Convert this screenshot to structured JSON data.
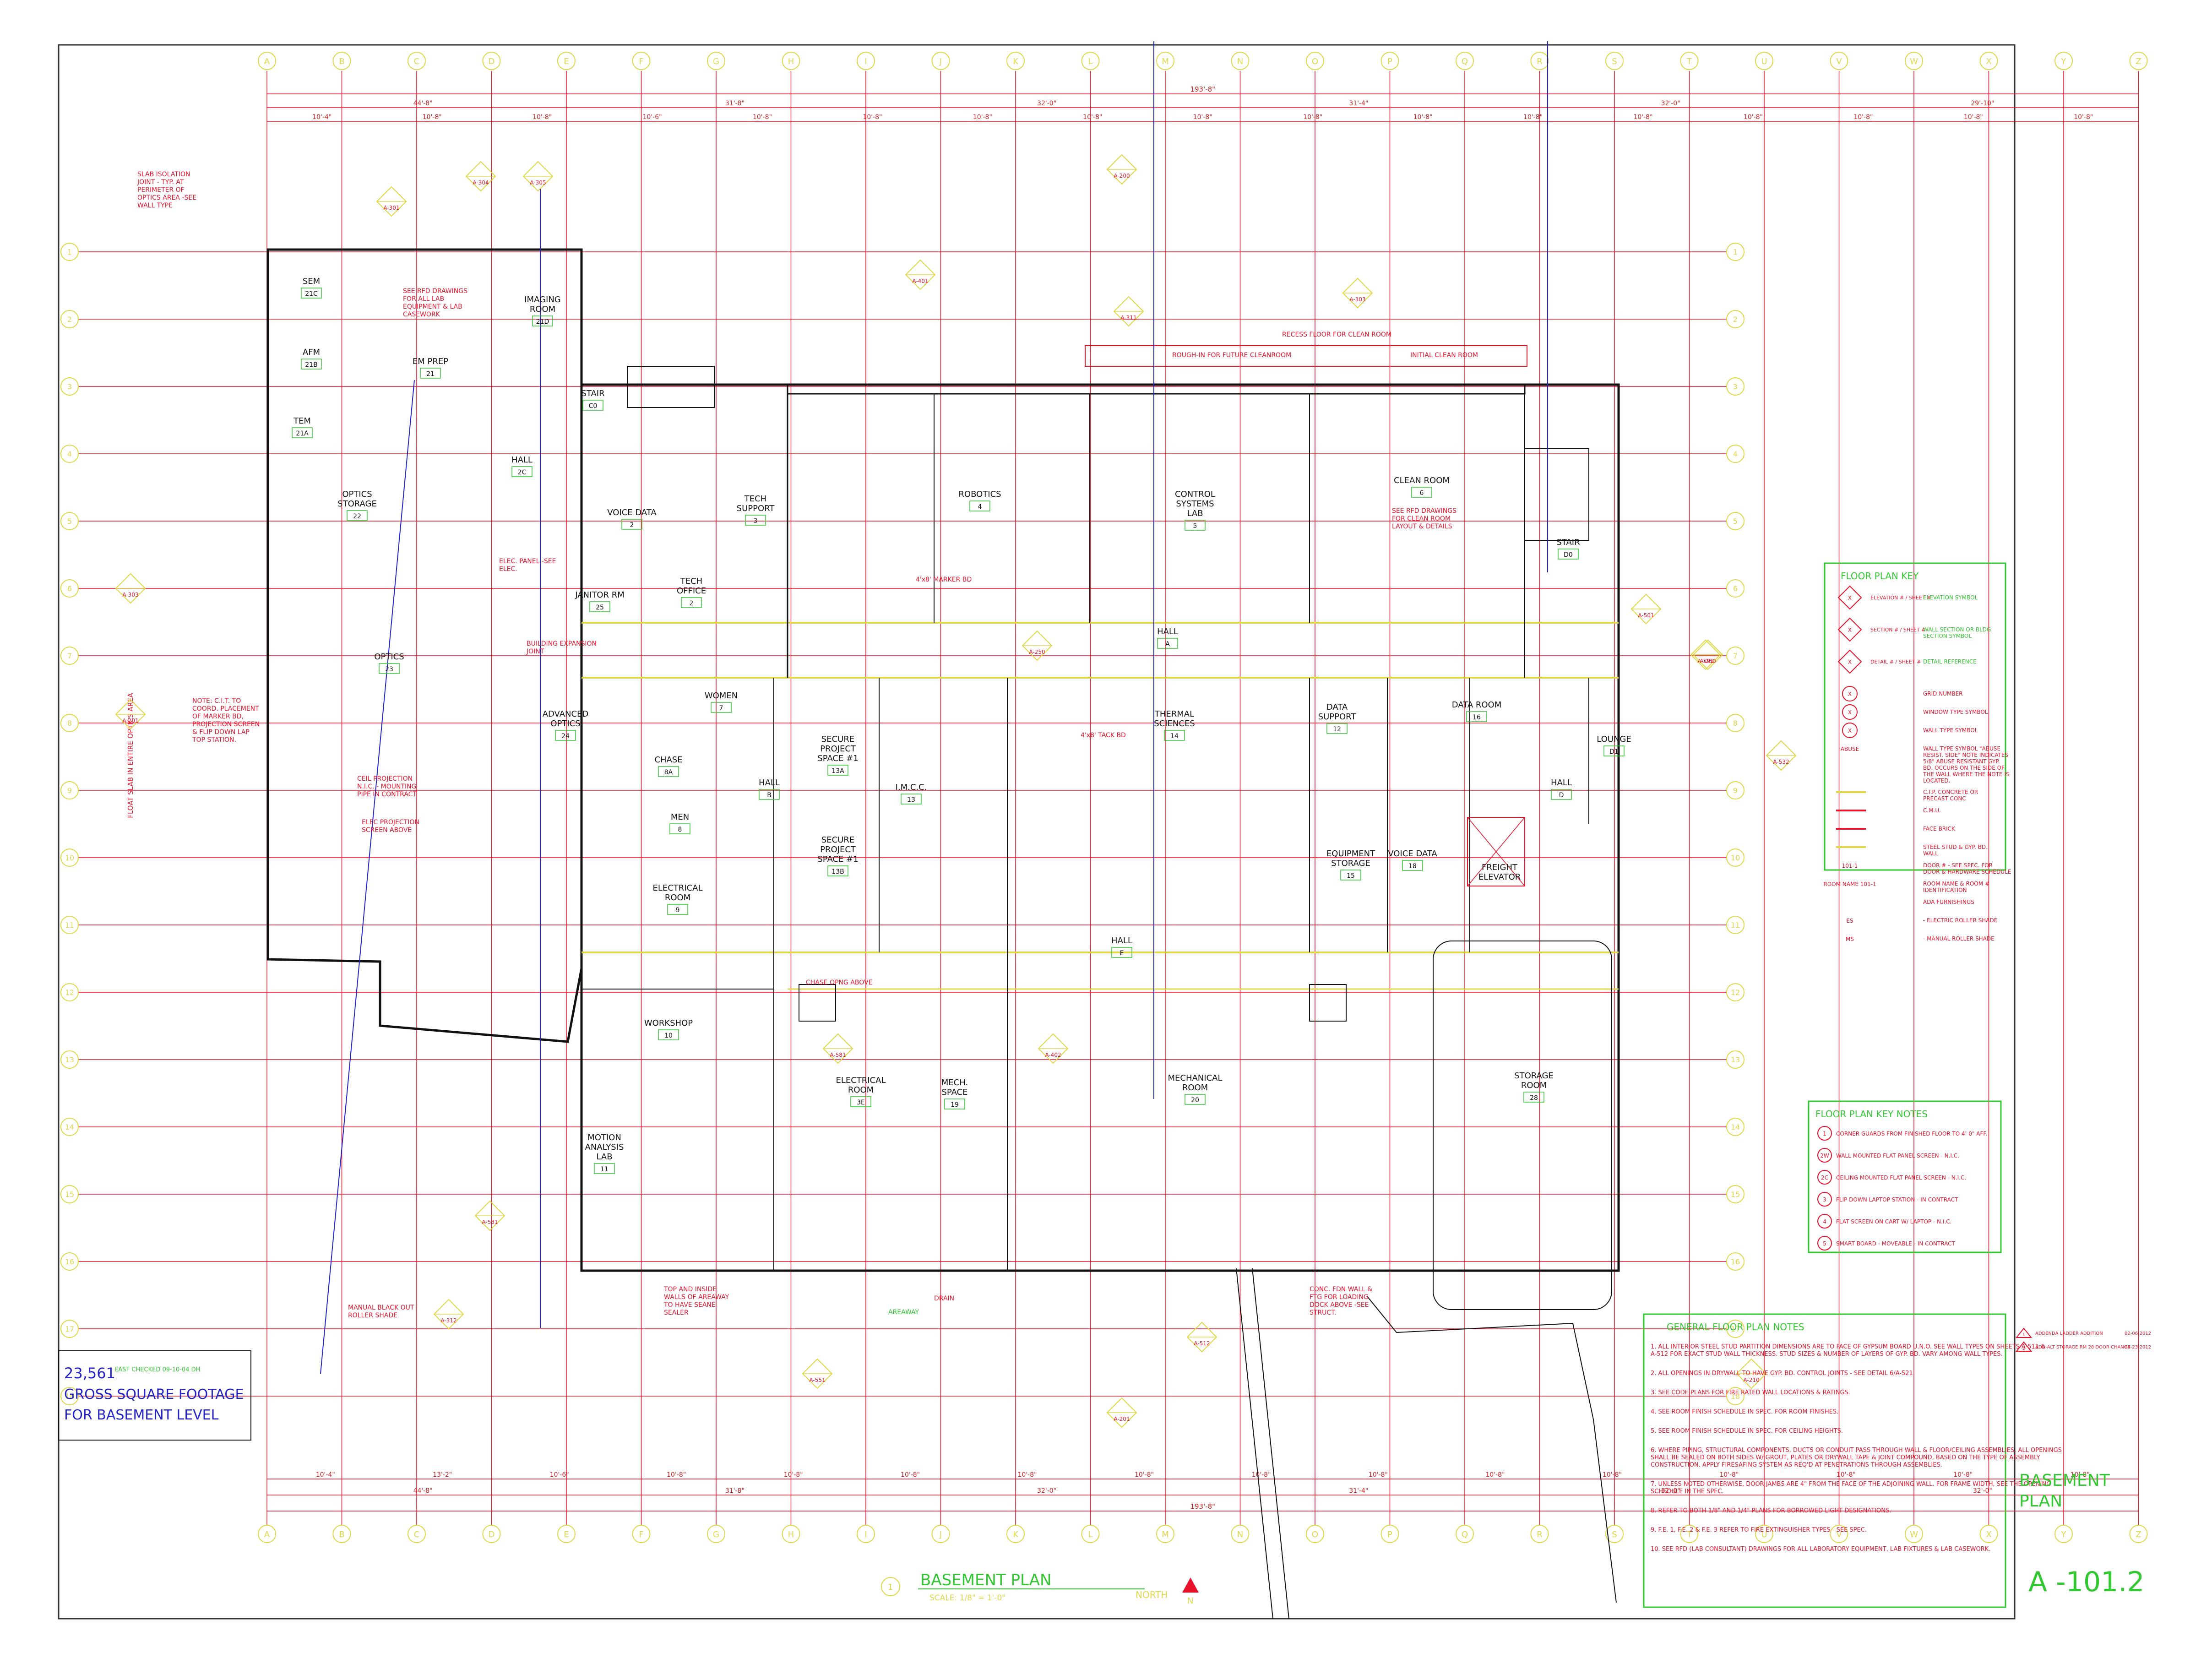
{
  "sheet": {
    "number": "A -101.2",
    "name_line1": "BASEMENT",
    "name_line2": "PLAN",
    "title": "BASEMENT PLAN",
    "scale": "SCALE: 1/8\" = 1'-0\"",
    "detail_num": "1",
    "north": "NORTH",
    "north_letter": "N"
  },
  "grid_top": [
    "A",
    "B",
    "C",
    "D",
    "E",
    "F",
    "G",
    "H",
    "I",
    "J",
    "K",
    "L",
    "M",
    "N",
    "O",
    "P",
    "Q",
    "R",
    "S",
    "T",
    "U",
    "V",
    "W",
    "X",
    "Y",
    "Z"
  ],
  "grid_left": [
    "1",
    "2",
    "3",
    "4",
    "5",
    "6",
    "7",
    "8",
    "9",
    "10",
    "11",
    "12",
    "13",
    "14",
    "15",
    "16",
    "17",
    "18"
  ],
  "grid_right": [
    "1",
    "2",
    "3",
    "4",
    "5",
    "6",
    "7",
    "8",
    "9",
    "10",
    "11",
    "12",
    "13",
    "14",
    "15",
    "16",
    "17",
    "18"
  ],
  "dims_top": {
    "overall": "193'-8\"",
    "row2": [
      "44'-8\"",
      "31'-8\"",
      "32'-0\"",
      "31'-4\"",
      "32'-0\"",
      "29'-10\""
    ],
    "row3": [
      "10'-4\"",
      "10'-8\"",
      "10'-8\"",
      "10'-6\"",
      "10'-8\"",
      "10'-8\"",
      "10'-8\"",
      "10'-8\"",
      "10'-8\"",
      "10'-8\"",
      "10'-8\"",
      "10'-8\"",
      "10'-8\"",
      "10'-8\"",
      "10'-8\"",
      "10'-8\"",
      "10'-8\""
    ]
  },
  "dims_bottom": {
    "overall": "193'-8\"",
    "row2": [
      "44'-8\"",
      "31'-8\"",
      "32'-0\"",
      "31'-4\"",
      "32'-0\"",
      "32'-0\""
    ],
    "row1": [
      "10'-4\"",
      "13'-2\"",
      "10'-6\"",
      "10'-8\"",
      "10'-8\"",
      "10'-8\"",
      "10'-8\"",
      "10'-8\"",
      "10'-8\"",
      "10'-8\"",
      "10'-8\"",
      "10'-8\"",
      "10'-8\"",
      "10'-8\"",
      "10'-8\"",
      "10'-8\""
    ]
  },
  "rooms": [
    {
      "name": "SEM",
      "num": "21C"
    },
    {
      "name": "IMAGING ROOM",
      "num": "21D"
    },
    {
      "name": "AFM",
      "num": "21B"
    },
    {
      "name": "EM PREP",
      "num": "21"
    },
    {
      "name": "TEM",
      "num": "21A"
    },
    {
      "name": "STAIR",
      "num": "C0"
    },
    {
      "name": "HALL",
      "num": "2C"
    },
    {
      "name": "OPTICS STORAGE",
      "num": "22"
    },
    {
      "name": "VOICE DATA",
      "num": "2"
    },
    {
      "name": "TECH SUPPORT",
      "num": "3"
    },
    {
      "name": "ROBOTICS",
      "num": "4"
    },
    {
      "name": "CONTROL SYSTEMS LAB",
      "num": "5"
    },
    {
      "name": "CLEAN ROOM",
      "num": "6"
    },
    {
      "name": "STAIR",
      "num": "D0"
    },
    {
      "name": "JANITOR RM",
      "num": "25"
    },
    {
      "name": "TECH OFFICE",
      "num": "2"
    },
    {
      "name": "HALL",
      "num": "A"
    },
    {
      "name": "OPTICS",
      "num": "23"
    },
    {
      "name": "ADVANCED OPTICS",
      "num": "24"
    },
    {
      "name": "WOMEN",
      "num": "7"
    },
    {
      "name": "CHASE",
      "num": "8A"
    },
    {
      "name": "SECURE PROJECT SPACE #1",
      "num": "13A"
    },
    {
      "name": "THERMAL SCIENCES",
      "num": "14"
    },
    {
      "name": "DATA SUPPORT",
      "num": "12"
    },
    {
      "name": "DATA ROOM",
      "num": "16"
    },
    {
      "name": "LOUNGE",
      "num": "D1"
    },
    {
      "name": "HALL",
      "num": "B"
    },
    {
      "name": "I.M.C.C.",
      "num": "13"
    },
    {
      "name": "HALL",
      "num": "D"
    },
    {
      "name": "MEN",
      "num": "8"
    },
    {
      "name": "SECURE PROJECT SPACE #1",
      "num": "13B"
    },
    {
      "name": "EQUIPMENT STORAGE",
      "num": "15"
    },
    {
      "name": "VOICE DATA",
      "num": "18"
    },
    {
      "name": "FREIGHT ELEVATOR",
      "num": ""
    },
    {
      "name": "ELECTRICAL ROOM",
      "num": "9"
    },
    {
      "name": "HALL",
      "num": "E"
    },
    {
      "name": "WORKSHOP",
      "num": "10"
    },
    {
      "name": "ELECTRICAL ROOM",
      "num": "3E"
    },
    {
      "name": "MECH. SPACE",
      "num": "19"
    },
    {
      "name": "MECHANICAL ROOM",
      "num": "20"
    },
    {
      "name": "STORAGE ROOM",
      "num": "28"
    },
    {
      "name": "MOTION ANALYSIS LAB",
      "num": "11"
    }
  ],
  "notes_red": [
    "SLAB ISOLATION JOINT - TYP. AT PERIMETER OF OPTICS AREA -SEE WALL TYPE",
    "SEE RFD DRAWINGS FOR ALL LAB EQUIPMENT & LAB CASEWORK",
    "RECESS FLOOR FOR CLEAN ROOM",
    "ROUGH-IN FOR FUTURE CLEANROOM",
    "INITIAL CLEAN ROOM",
    "SEE RFD DRAWINGS FOR CLEAN ROOM LAYOUT & DETAILS",
    "ELEC. PANEL -SEE ELEC.",
    "4'x8' MARKER BD",
    "4'x8' TACK BD",
    "CHASE OPNG ABOVE",
    "CONC. FDN WALL & FTG FOR LOADING DOCK ABOVE -SEE STRUCT.",
    "MANUAL BLACK OUT ROLLER SHADE",
    "TOP AND INSIDE WALLS OF AREAWAY TO HAVE SEANE SEALER",
    "FLOAT SLAB IN ENTIRE OPTICS AREA",
    "NOTE: C.I.T. TO COORD. PLACEMENT OF MARKER BD, PROJECTION SCREEN & FLIP DOWN LAP TOP STATION.",
    "CEIL PROJECTION N.I.C. - MOUNTING PIPE IN CONTRACT",
    "ELEC PROJECTION SCREEN ABOVE",
    "BUILDING EXPANSION JOINT",
    "AREAWAY",
    "DRAIN"
  ],
  "refs": [
    "A-303",
    "A-304",
    "A-305",
    "A-301",
    "A-401",
    "A-311",
    "A-200",
    "A-303",
    "A-201",
    "A-501",
    "A-581",
    "A-402",
    "A-531",
    "A-532",
    "A-312",
    "A-250",
    "A-591",
    "A-512",
    "A-551",
    "A-201",
    "A-210",
    "A-250"
  ],
  "area_box": {
    "value": "23,561",
    "stamp": "EAST CHECKED 09-10-04 DH",
    "line1": "GROSS SQUARE FOOTAGE",
    "line2": "FOR BASEMENT LEVEL"
  },
  "key": {
    "title": "FLOOR PLAN KEY",
    "items": [
      {
        "sym": "X / A-XXX",
        "sub": "ELEVATION # / SHEET #",
        "label": "ELEVATION SYMBOL"
      },
      {
        "sym": "X / A-XXX",
        "sub": "SECTION # / SHEET #",
        "label": "WALL SECTION OR BLDG SECTION SYMBOL"
      },
      {
        "sym": "X / A-XXX",
        "sub": "DETAIL # / SHEET #",
        "label": "DETAIL REFERENCE"
      },
      {
        "sym": "X",
        "sub": "",
        "label": "GRID NUMBER"
      },
      {
        "sym": "X",
        "sub": "",
        "label": "WINDOW TYPE SYMBOL"
      },
      {
        "sym": "X",
        "sub": "",
        "label": "WALL TYPE SYMBOL"
      },
      {
        "sym": "ABUSE RESIST SIDE",
        "sub": "",
        "label": "WALL TYPE SYMBOL \"ABUSE RESIST. SIDE\" NOTE INDICATES 5/8\" ABUSE RESISTANT GYP. BD. OCCURS ON THE SIDE OF THE WALL WHERE THE NOTE IS LOCATED."
      },
      {
        "sym": "",
        "sub": "",
        "label": "C.I.P. CONCRETE OR PRECAST CONC"
      },
      {
        "sym": "",
        "sub": "",
        "label": "C.M.U."
      },
      {
        "sym": "",
        "sub": "",
        "label": "FACE BRICK"
      },
      {
        "sym": "",
        "sub": "",
        "label": "STEEL STUD & GYP. BD. WALL"
      },
      {
        "sym": "101-1",
        "sub": "",
        "label": "DOOR # - SEE SPEC. FOR DOOR & HARDWARE SCHEDULE"
      },
      {
        "sym": "ROOM NAME 101-1",
        "sub": "",
        "label": "ROOM NAME & ROOM # IDENTIFICATION"
      },
      {
        "sym": "",
        "sub": "",
        "label": "ADA FURNISHINGS"
      },
      {
        "sym": "ES",
        "sub": "",
        "label": "- ELECTRIC ROLLER SHADE"
      },
      {
        "sym": "MS",
        "sub": "",
        "label": "- MANUAL ROLLER SHADE"
      }
    ]
  },
  "key_notes": {
    "title": "FLOOR PLAN KEY NOTES",
    "items": [
      {
        "n": "1",
        "text": "CORNER GUARDS FROM FINISHED FLOOR TO 4'-0\" AFF."
      },
      {
        "n": "2W",
        "text": "WALL MOUNTED FLAT PANEL SCREEN - N.I.C."
      },
      {
        "n": "2C",
        "text": "CEILING MOUNTED FLAT PANEL SCREEN - N.I.C."
      },
      {
        "n": "3",
        "text": "FLIP DOWN LAPTOP STATION - IN CONTRACT"
      },
      {
        "n": "4",
        "text": "FLAT SCREEN ON CART W/ LAPTOP - N.I.C."
      },
      {
        "n": "5",
        "text": "SMART BOARD - MOVEABLE - IN CONTRACT"
      }
    ]
  },
  "general_notes": {
    "title": "GENERAL FLOOR PLAN NOTES",
    "items": [
      "1. ALL INTERIOR STEEL STUD PARTITION DIMENSIONS ARE TO FACE OF GYPSUM BOARD U.N.O. SEE WALL TYPES ON SHEETS A-511 & A-512 FOR EXACT STUD WALL THICKNESS. STUD SIZES & NUMBER OF LAYERS OF GYP. BD. VARY AMONG WALL TYPES.",
      "2. ALL OPENINGS IN DRYWALL TO HAVE GYP. BD. CONTROL JOINTS - SEE DETAIL 6/A-521",
      "3. SEE CODE PLANS FOR FIRE RATED WALL LOCATIONS & RATINGS.",
      "4. SEE ROOM FINISH SCHEDULE IN SPEC. FOR ROOM FINISHES.",
      "5. SEE ROOM FINISH SCHEDULE IN SPEC. FOR CEILING HEIGHTS.",
      "6. WHERE PIPING, STRUCTURAL COMPONENTS, DUCTS OR CONDUIT PASS THROUGH WALL & FLOOR/CEILING ASSEMBLIES, ALL OPENINGS SHALL BE SEALED ON BOTH SIDES W/ GROUT, PLATES OR DRYWALL TAPE & JOINT COMPOUND, BASED ON THE TYPE OF ASSEMBLY CONSTRUCTION. APPLY FIRESAFING SYSTEM AS REQ'D AT PENETRATIONS THROUGH ASSEMBLIES.",
      "7. UNLESS NOTED OTHERWISE, DOOR JAMBS ARE 4\" FROM THE FACE OF THE ADJOINING WALL. FOR FRAME WIDTH, SEE THE OPENING SCHEDULE IN THE SPEC.",
      "8. REFER TO BOTH 1/8\" AND 1/4\" PLANS FOR BORROWED LIGHT DESIGNATIONS.",
      "9. F.E. 1, F.E. 2 & F.E. 3 REFER TO FIRE EXTINGUISHER TYPES - SEE SPEC.",
      "10. SEE RFD (LAB CONSULTANT) DRAWINGS FOR ALL LABORATORY EQUIPMENT, LAB FIXTURES & LAB CASEWORK."
    ]
  },
  "revisions": [
    {
      "tag": "1",
      "text": "ADDENDA LADDER ADDITION",
      "date": "02-06-2012"
    },
    {
      "tag": "2",
      "text": "ADD-ALT STORAGE RM 28 DOOR CHANGE",
      "date": "04-23-2012"
    }
  ],
  "colors": {
    "red": "#e8132b",
    "yellow": "#e0d84a",
    "green": "#32c832",
    "black": "#111111",
    "blue": "#2323c8",
    "border": "#222222"
  }
}
